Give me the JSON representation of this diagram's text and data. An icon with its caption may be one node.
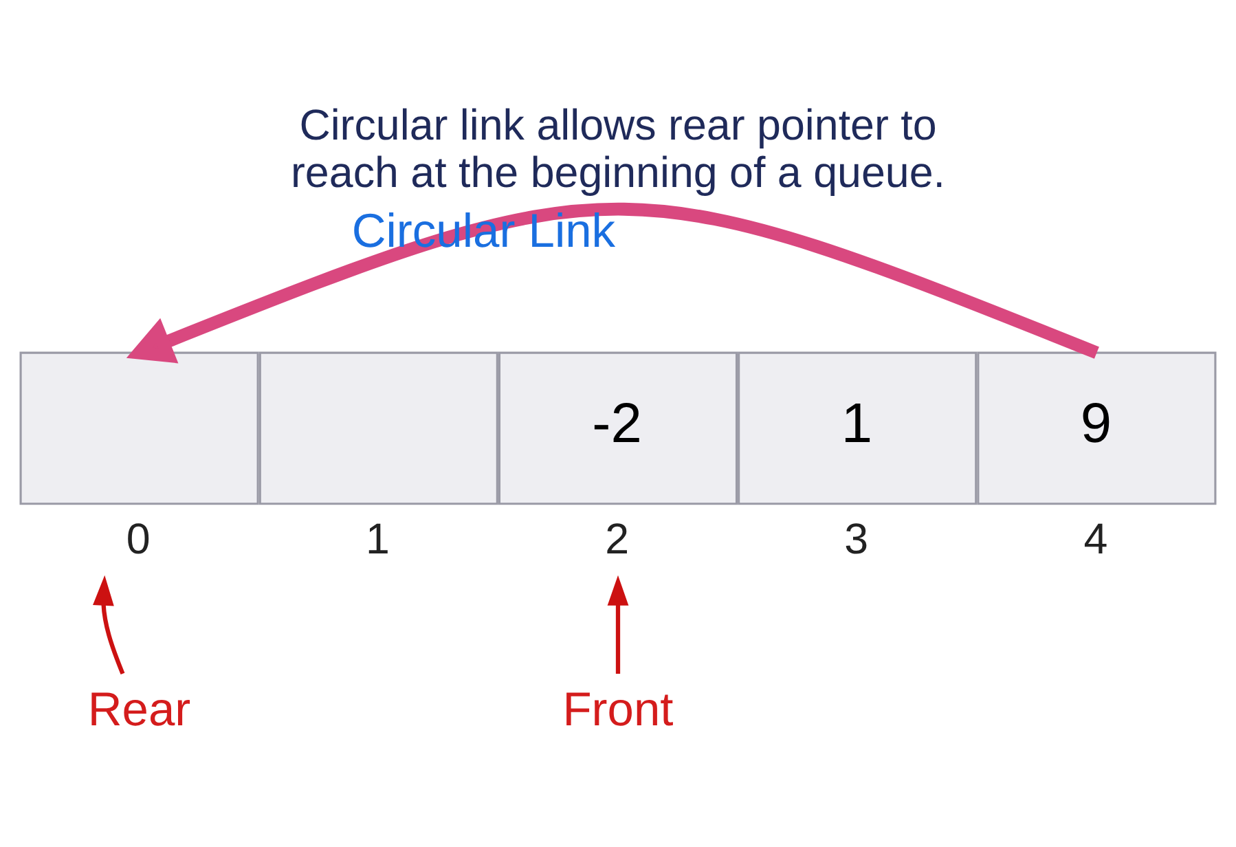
{
  "diagram": {
    "title": "Circular link allows rear pointer to reach at the beginning of a queue.",
    "nodes": [
      {
        "text": [],
        "shape": "box",
        "beside": [
          "0"
        ]
      },
      {
        "text": [],
        "shape": "box",
        "beside": [
          "1"
        ]
      },
      {
        "text": [
          "-2"
        ],
        "beside": [
          "2"
        ]
      },
      {
        "text": [
          "1"
        ],
        "beside": [
          "3"
        ]
      },
      {
        "text": [
          "9"
        ],
        "beside": [
          "4"
        ]
      },
      {
        "text": [
          "Rear"
        ]
      },
      {
        "text": [
          "Front"
        ]
      }
    ],
    "edges": [
      {
        "from": 4,
        "to": 0,
        "arrow": "to",
        "label": "Circular Link",
        "style": "thick",
        "color": "#d9487f"
      },
      {
        "from": 5,
        "to": 0,
        "arrow": "to"
      },
      {
        "from": 6,
        "to": 2,
        "arrow": "to"
      }
    ]
  }
}
